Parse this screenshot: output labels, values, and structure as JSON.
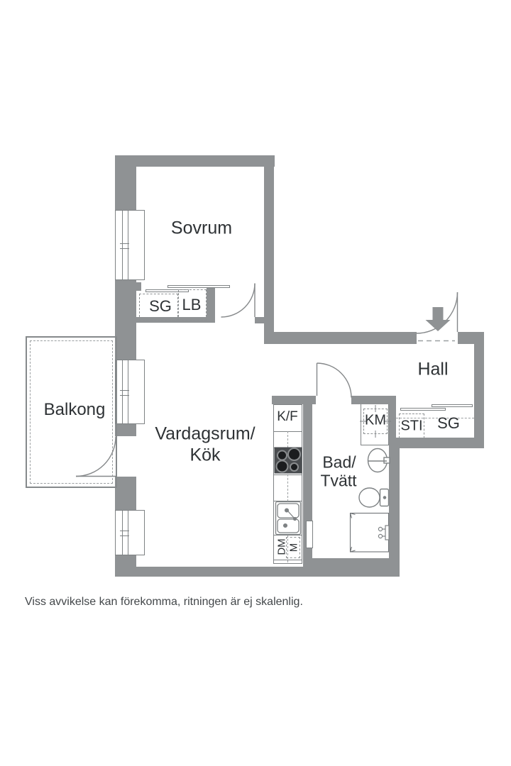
{
  "rooms": {
    "sovrum": "Sovrum",
    "balkong": "Balkong",
    "vardagsrum_line1": "Vardagsrum/",
    "vardagsrum_line2": "Kök",
    "hall": "Hall",
    "bad_line1": "Bad/",
    "bad_line2": "Tvätt"
  },
  "labels": {
    "closet_sg": "SG",
    "closet_lb": "LB",
    "fridge_freezer": "K/F",
    "washing_machine": "KM",
    "hall_sti": "STI",
    "hall_sg": "SG",
    "dishwasher": "DM",
    "micro": "M"
  },
  "icons": {
    "entry_arrow": "down-arrow-entry-direction"
  },
  "footer": {
    "disclaimer": "Viss avvikelse kan förekomma, ritningen är ej skalenlig."
  },
  "colors": {
    "wall": "#8F9294",
    "line": "#7E8284",
    "text": "#2E3235",
    "stove": "#4A4D50"
  }
}
